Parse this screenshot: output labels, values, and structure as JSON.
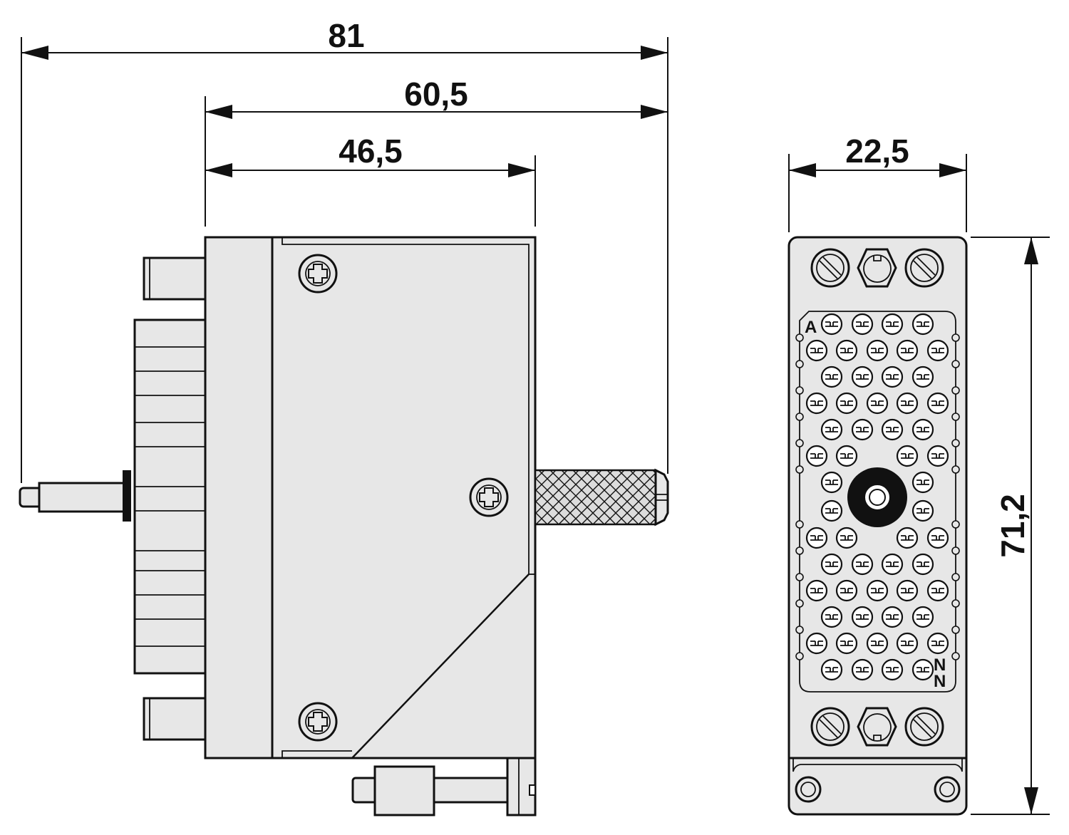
{
  "dimensions": {
    "overall_length": "81",
    "body_with_screw": "60,5",
    "body_length": "46,5",
    "width": "22,5",
    "height": "71,2"
  },
  "pin_labels": {
    "first_row": "A",
    "last_row_1": "N",
    "last_row_2": "N"
  },
  "colors": {
    "line": "#111111",
    "fill": "#e7e7e7",
    "background": "#ffffff"
  }
}
